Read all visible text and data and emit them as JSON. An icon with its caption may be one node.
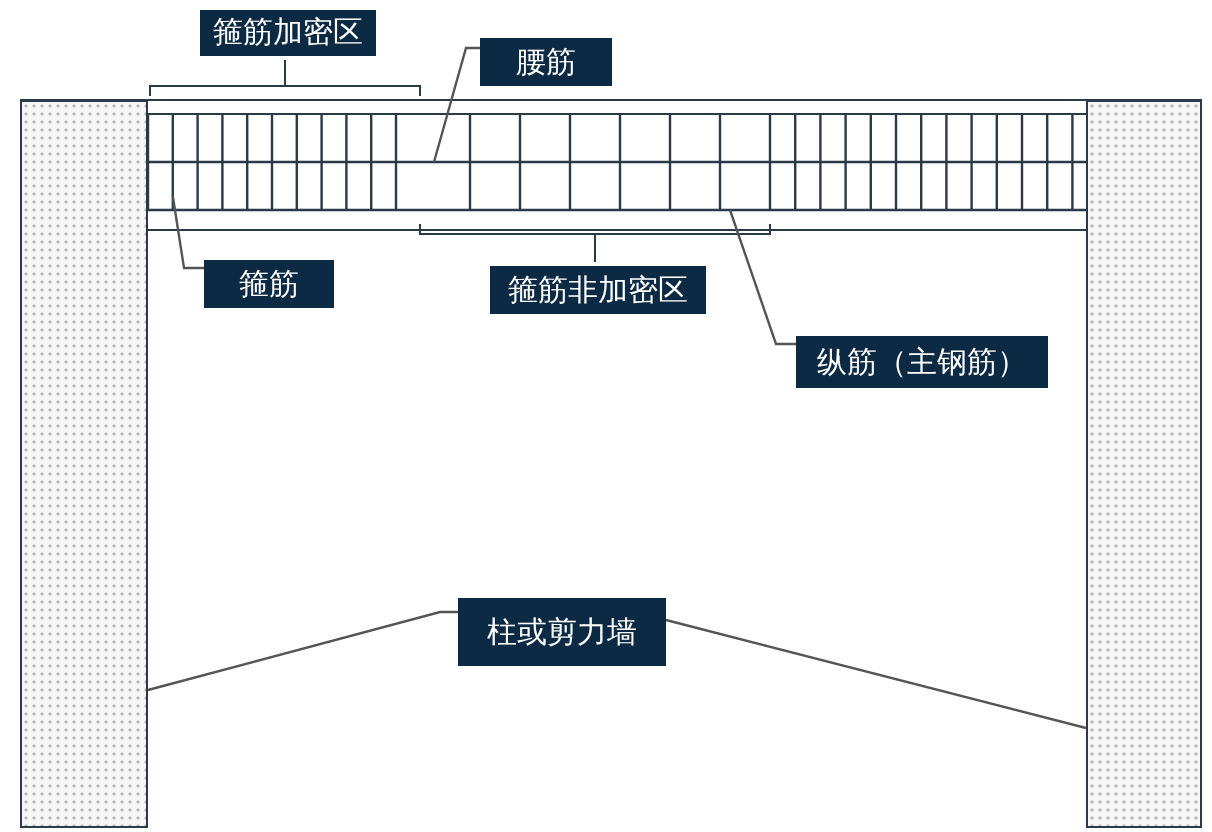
{
  "diagram": {
    "nodes": [
      {
        "text": [
          "箍筋加密区"
        ]
      },
      {
        "text": [
          "腰筋"
        ]
      },
      {
        "text": [
          "箍筋"
        ]
      },
      {
        "text": [
          "箍筋非加密区"
        ]
      },
      {
        "text": [
          "纵筋（主钢筋）"
        ]
      },
      {
        "text": [
          "柱或剪力墙"
        ]
      },
      {
        "text": [],
        "shape": "box"
      },
      {
        "text": [],
        "shape": "bar"
      },
      {
        "text": [],
        "shape": "bar"
      },
      {
        "text": [],
        "shape": "bar"
      },
      {
        "text": [],
        "shape": "box"
      }
    ],
    "edges": [
      {
        "from": 1,
        "to": 8,
        "arrow": "none"
      },
      {
        "from": 2,
        "to": 7,
        "arrow": "none"
      },
      {
        "from": 4,
        "to": 9,
        "arrow": "none"
      },
      {
        "from": 5,
        "to": 6,
        "arrow": "none"
      },
      {
        "from": 5,
        "to": 10,
        "arrow": "none"
      }
    ]
  }
}
